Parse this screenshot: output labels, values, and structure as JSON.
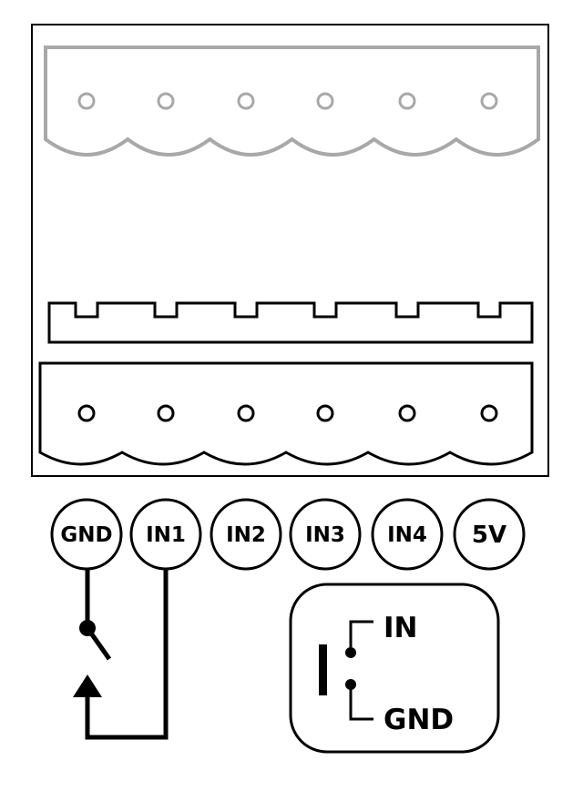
{
  "pins": [
    "GND",
    "IN1",
    "IN2",
    "IN3",
    "IN4",
    "5V"
  ],
  "key": {
    "top_label": "IN",
    "bottom_label": "GND"
  },
  "colors": {
    "line": "#000000",
    "plug_outline": "#a8a8a8",
    "background": "#ffffff"
  }
}
